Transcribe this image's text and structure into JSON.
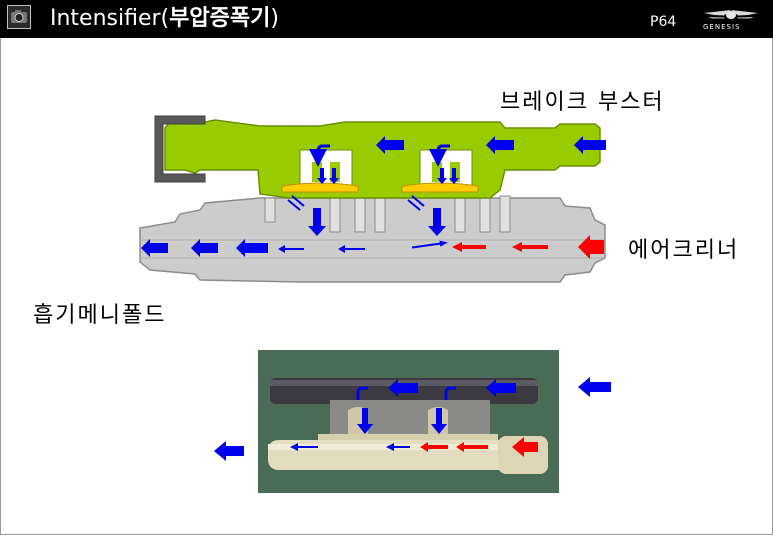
{
  "header": {
    "title_main": "Intensifier(",
    "title_korean": "부압증폭기",
    "title_close": ")",
    "page": "P64",
    "brand": "GENESIS"
  },
  "labels": {
    "brake_booster": "브레이크 부스터",
    "air_cleaner": "에어크리너",
    "intake_manifold": "흡기메니폴드"
  },
  "colors": {
    "vacuum_flow": "#0000ee",
    "air_flow": "#ff0000",
    "booster_body": "#99cc00",
    "valve": "#ffcc00",
    "housing": "#cccccc",
    "header_bg": "#000000"
  },
  "icons": {
    "header": "camera-icon",
    "brand": "genesis-wing-icon"
  }
}
